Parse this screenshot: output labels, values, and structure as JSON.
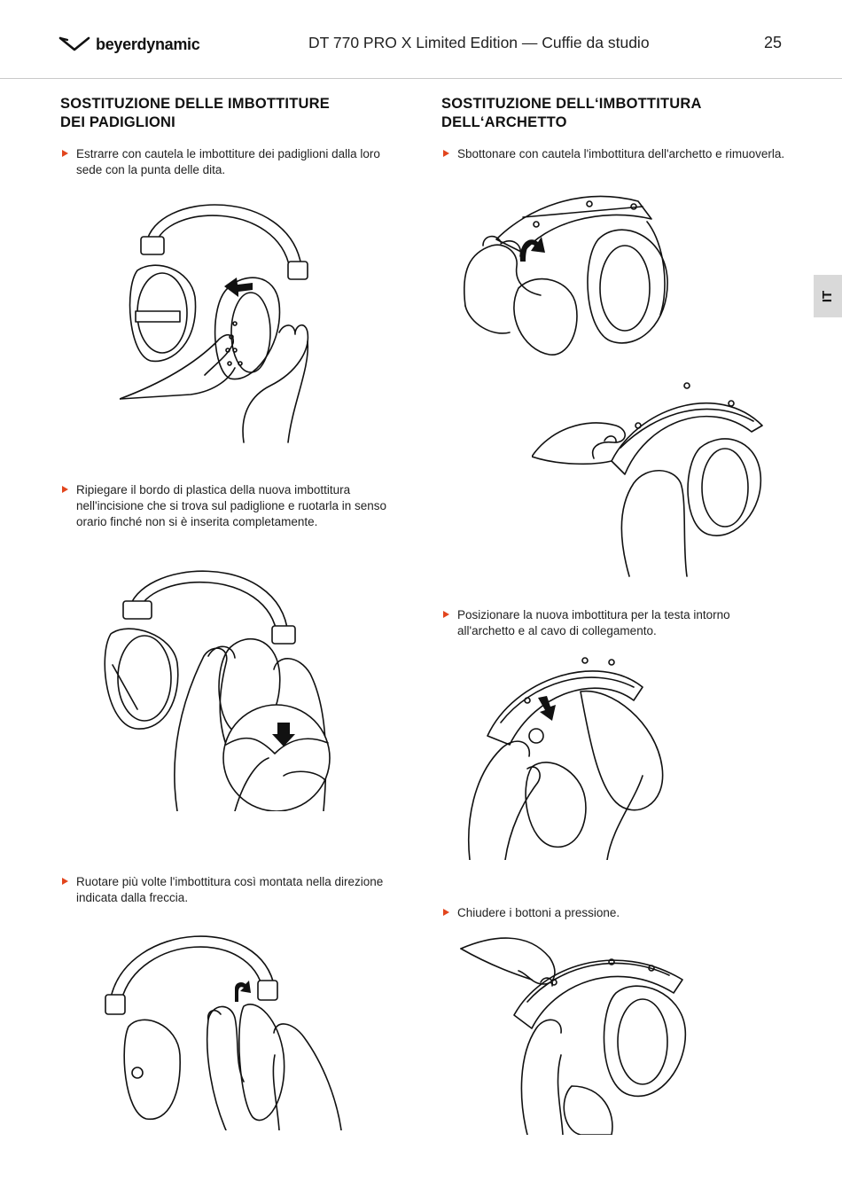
{
  "header": {
    "logo_text": "beyerdynamic",
    "title": "DT 770 PRO X Limited Edition — Cuffie da studio",
    "page_number": "25"
  },
  "language_tab": "IT",
  "left_section": {
    "title_line1": "SOSTITUZIONE DELLE IMBOTTITURE",
    "title_line2": "DEI PADIGLIONI",
    "steps": [
      {
        "text": "Estrarre con cautela le imbottiture dei padiglioni dalla loro sede con la punta delle dita."
      },
      {
        "text": "Ripiegare il bordo di plastica della nuova imbottitura nell'incisione che si trova sul padiglione e ruotarla in senso orario finché non si è inserita completamente."
      },
      {
        "text": "Ruotare più volte l'imbottitura così montata nella direzione indicata dalla freccia."
      }
    ]
  },
  "right_section": {
    "title_line1": "SOSTITUZIONE DELL‘IMBOTTITURA",
    "title_line2": "DELL‘ARCHETTO",
    "steps": [
      {
        "text": "Sbottonare con cautela l'imbottitura dell'archetto e rimuoverla."
      },
      {
        "text": "Posizionare la nuova imbottitura per la testa intorno all'archetto e al cavo di collegamento."
      },
      {
        "text": "Chiudere i bottoni a pressione."
      }
    ]
  },
  "colors": {
    "bullet_accent": "#e2451d",
    "tab_background": "#d9d9d9",
    "header_rule": "#c9c9c9"
  },
  "icons": {
    "logo_mark": "beyerdynamic-logo-icon",
    "bullet": "triangle-bullet-icon"
  }
}
